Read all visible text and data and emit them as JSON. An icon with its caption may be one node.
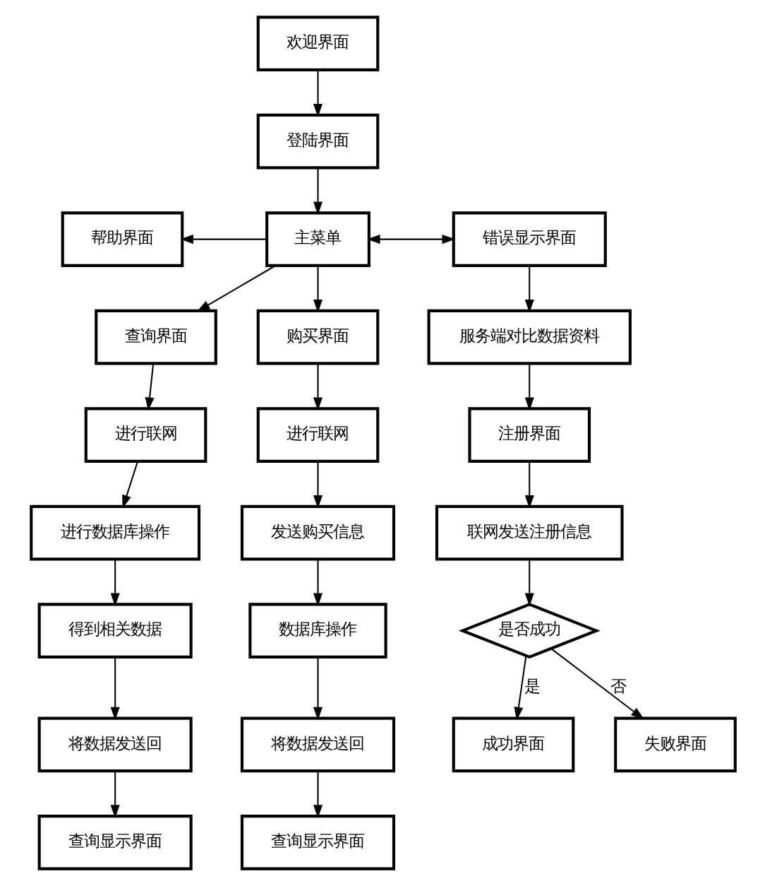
{
  "diagram": {
    "nodes": [
      {
        "text": [
          "欢迎界面"
        ]
      },
      {
        "text": [
          "登陆界面"
        ]
      },
      {
        "text": [
          "主菜单"
        ]
      },
      {
        "text": [
          "帮助界面"
        ]
      },
      {
        "text": [
          "错误显示界面"
        ]
      },
      {
        "text": [
          "查询界面"
        ]
      },
      {
        "text": [
          "购买界面"
        ]
      },
      {
        "text": [
          "服务端对比数据资料"
        ]
      },
      {
        "text": [
          "注册界面"
        ]
      },
      {
        "text": [
          "联网发送注册信息"
        ]
      },
      {
        "text": [
          "是否成功"
        ]
      },
      {
        "text": [
          "成功界面"
        ]
      },
      {
        "text": [
          "失败界面"
        ]
      },
      {
        "text": [
          "进行联网"
        ]
      },
      {
        "text": [
          "进行联网"
        ]
      },
      {
        "text": [
          "进行数据库操作"
        ]
      },
      {
        "text": [
          "发送购买信息"
        ]
      },
      {
        "text": [
          "得到相关数据"
        ]
      },
      {
        "text": [
          "数据库操作"
        ]
      },
      {
        "text": [
          "将数据发送回"
        ]
      },
      {
        "text": [
          "将数据发送回"
        ]
      },
      {
        "text": [
          "查询显示界面"
        ]
      },
      {
        "text": [
          "查询显示界面"
        ]
      }
    ],
    "edges": [
      {
        "from": 0,
        "to": 1,
        "arrow": "to"
      },
      {
        "from": 1,
        "to": 2,
        "arrow": "to"
      },
      {
        "from": 2,
        "to": 3,
        "arrow": "to"
      },
      {
        "from": 2,
        "to": 4,
        "arrow": "both"
      },
      {
        "from": 2,
        "to": 5,
        "arrow": "to"
      },
      {
        "from": 2,
        "to": 6,
        "arrow": "to"
      },
      {
        "from": 4,
        "to": 7,
        "arrow": "to"
      },
      {
        "from": 7,
        "to": 8,
        "arrow": "to"
      },
      {
        "from": 8,
        "to": 9,
        "arrow": "to"
      },
      {
        "from": 9,
        "to": 10,
        "arrow": "to"
      },
      {
        "from": 10,
        "to": 11,
        "label": "是",
        "arrow": "to"
      },
      {
        "from": 10,
        "to": 12,
        "label": "否",
        "arrow": "to"
      },
      {
        "from": 5,
        "to": 13,
        "arrow": "to"
      },
      {
        "from": 6,
        "to": 14,
        "arrow": "to"
      },
      {
        "from": 13,
        "to": 15,
        "arrow": "to"
      },
      {
        "from": 14,
        "to": 16,
        "arrow": "to"
      },
      {
        "from": 15,
        "to": 17,
        "arrow": "to"
      },
      {
        "from": 16,
        "to": 18,
        "arrow": "to"
      },
      {
        "from": 17,
        "to": 19,
        "arrow": "to"
      },
      {
        "from": 18,
        "to": 20,
        "arrow": "to"
      },
      {
        "from": 19,
        "to": 21,
        "arrow": "to"
      },
      {
        "from": 20,
        "to": 22,
        "arrow": "to"
      }
    ]
  }
}
